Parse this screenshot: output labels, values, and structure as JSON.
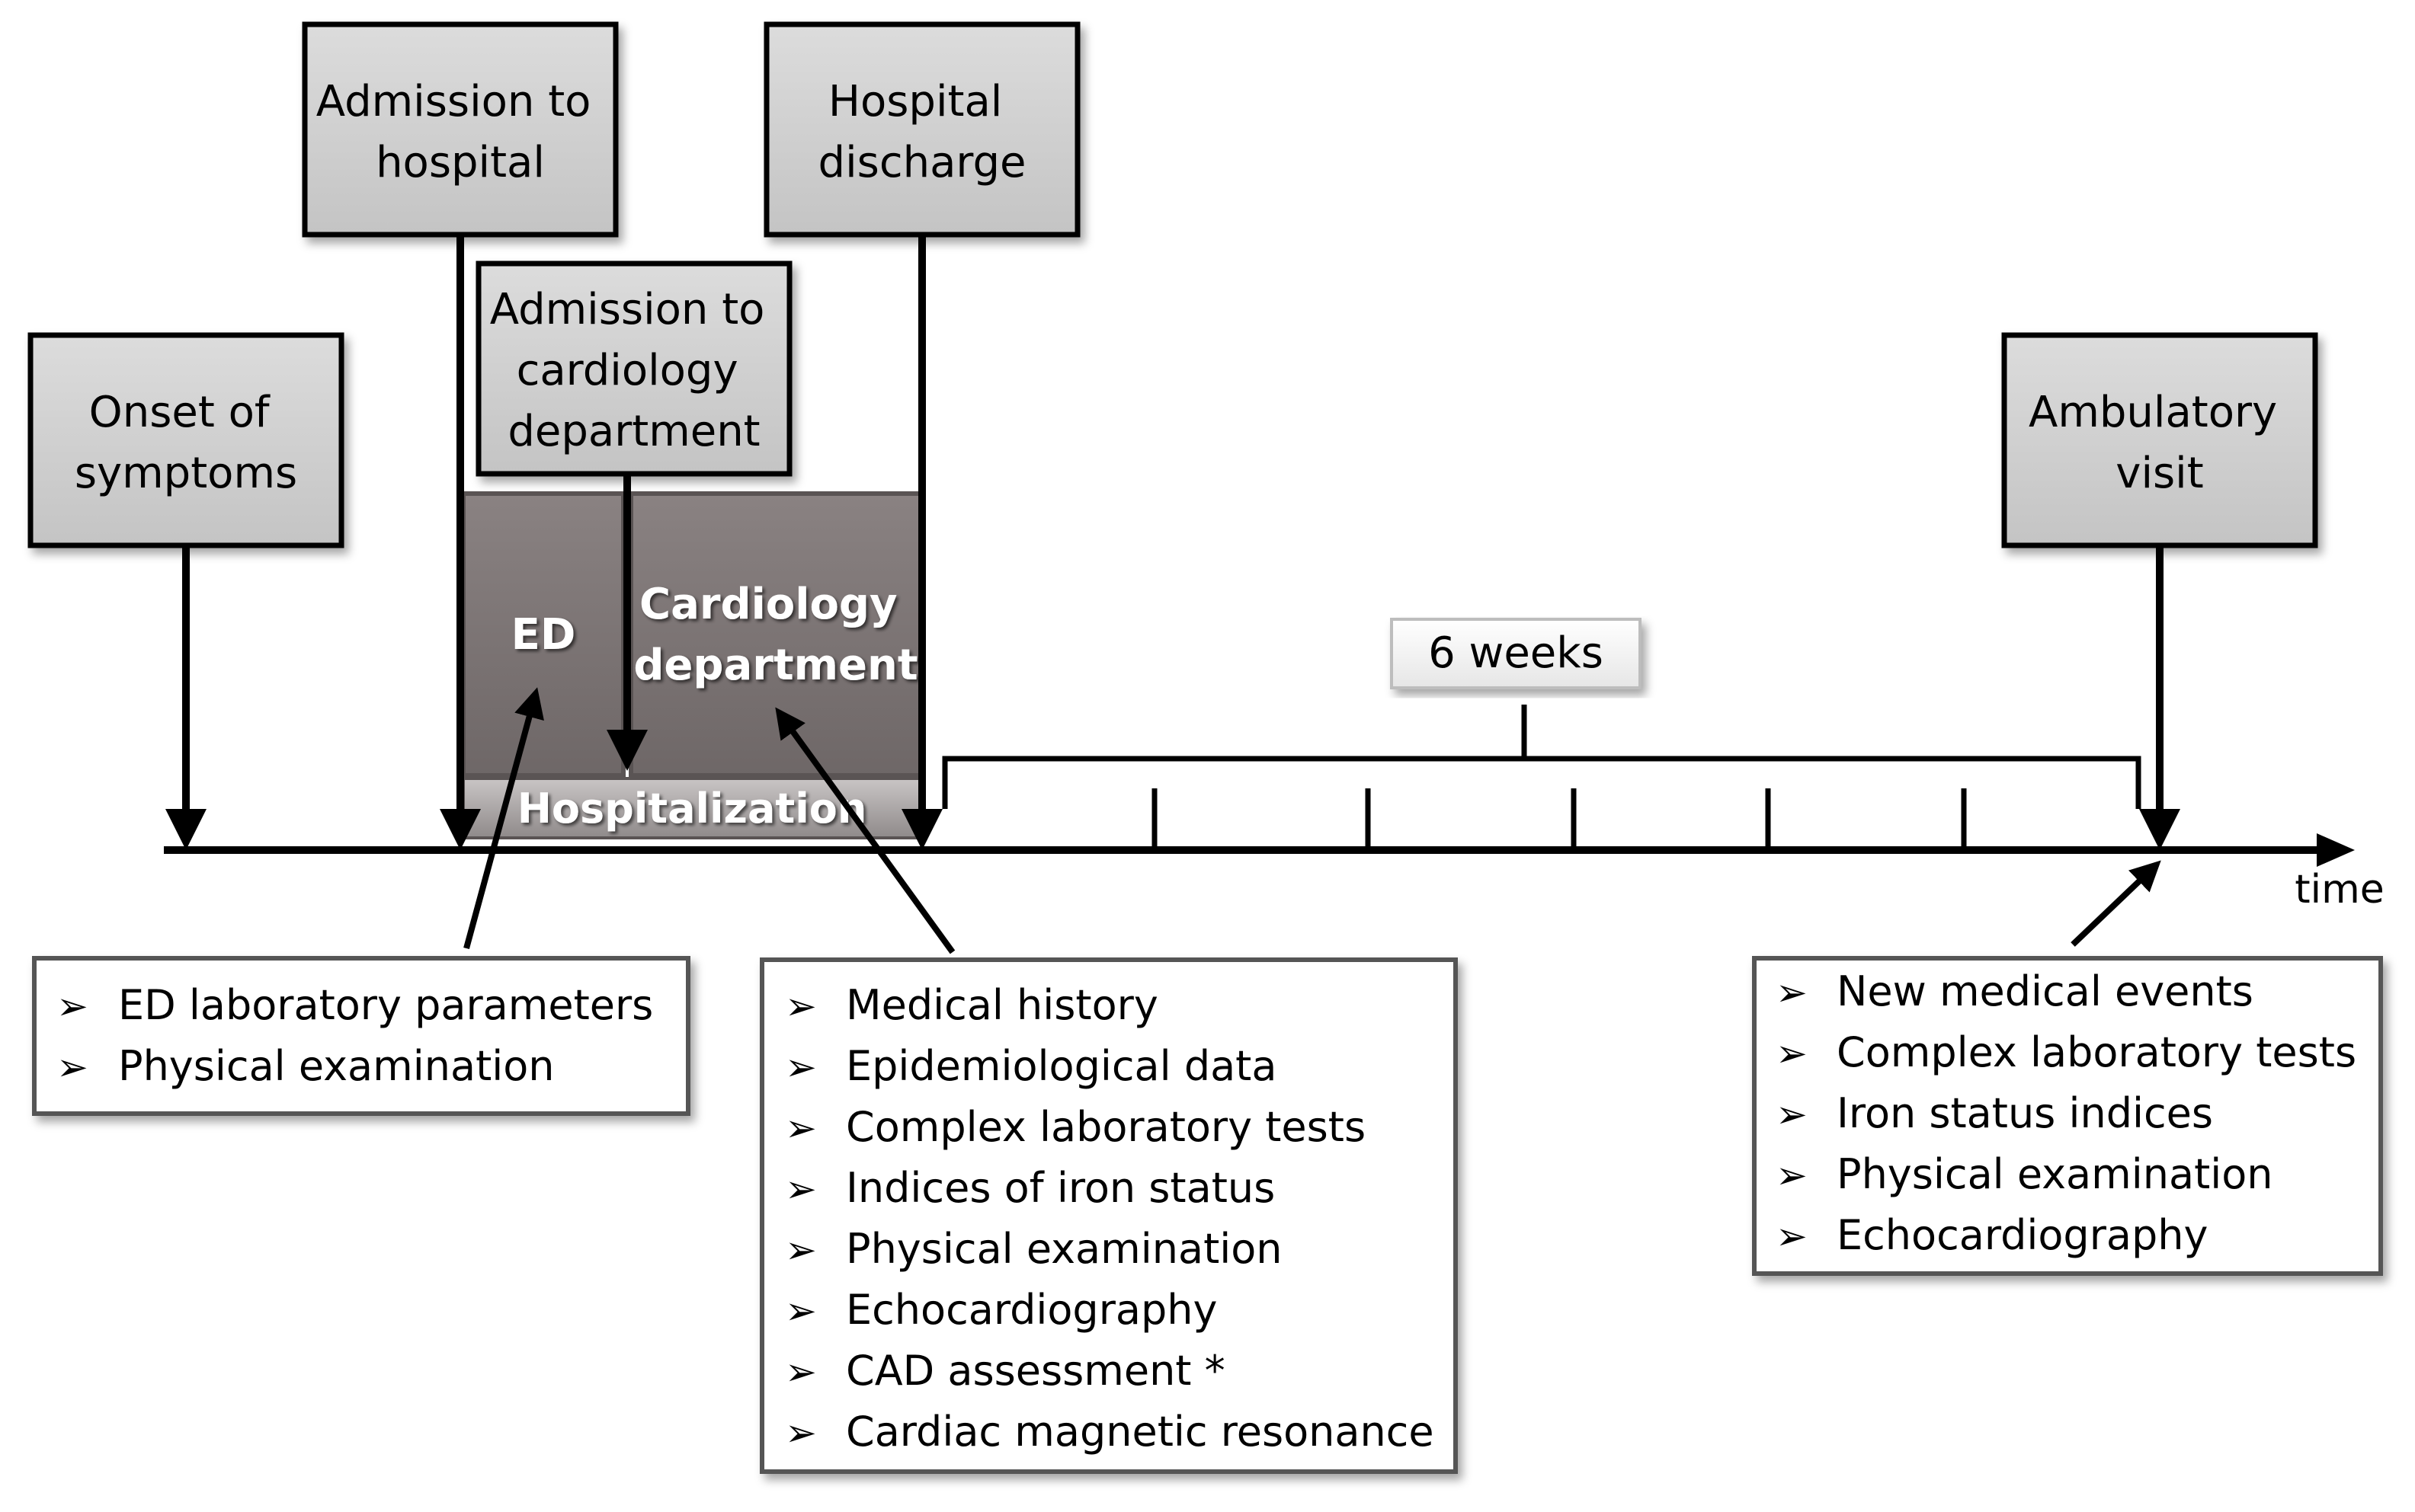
{
  "milestones": {
    "onset": [
      "Onset of",
      "symptoms"
    ],
    "admission_hospital": [
      "Admission to",
      "hospital"
    ],
    "admission_cardiology": [
      "Admission to",
      "cardiology",
      "department"
    ],
    "discharge": [
      "Hospital",
      "discharge"
    ],
    "ambulatory": [
      "Ambulatory",
      "visit"
    ]
  },
  "phases": {
    "ed": "ED",
    "cardiology": [
      "Cardiology",
      "department"
    ],
    "hospitalization": "Hospitalization"
  },
  "interval_label": "6 weeks",
  "axis_label": "time",
  "lists": {
    "ed": [
      "ED laboratory parameters",
      "Physical examination"
    ],
    "cardiology": [
      "Medical history",
      "Epidemiological data",
      "Complex laboratory tests",
      "Indices of iron status",
      "Physical examination",
      "Echocardiography",
      "CAD assessment *",
      "Cardiac magnetic resonance"
    ],
    "ambulatory": [
      "New medical events",
      "Complex laboratory tests",
      "Iron status indices",
      "Physical examination",
      "Echocardiography"
    ]
  },
  "bullet_glyph": "➢",
  "colors": {
    "milestone_box": "#d0cece",
    "phase_box": "#7b7272",
    "hospitalization_bar": "#a9a3a3",
    "line": "#000000"
  }
}
